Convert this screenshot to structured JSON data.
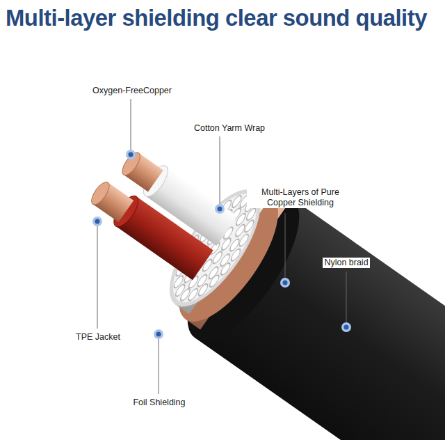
{
  "diagram": {
    "title": "Multi-layer shielding clear sound quality",
    "labels": [
      "Oxygen-FreeCopper",
      "Cotton Yarm Wrap",
      "Multi-Layers of Pure Copper Shielding",
      "Nylon braid",
      "TPE Jacket",
      "Foil Shielding"
    ]
  }
}
